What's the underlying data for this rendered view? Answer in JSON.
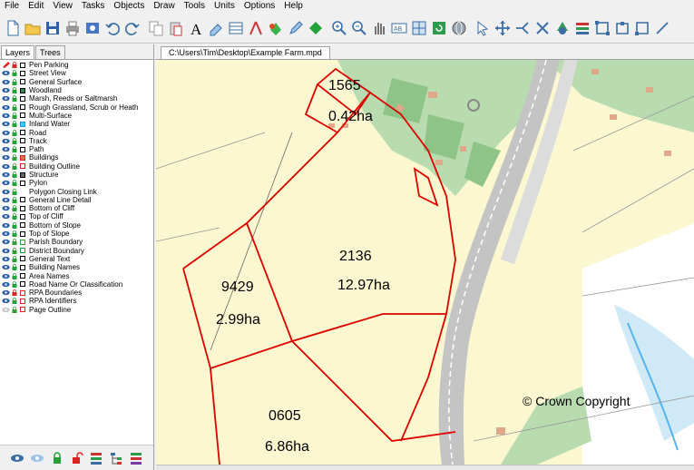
{
  "menu": [
    "File",
    "Edit",
    "View",
    "Tasks",
    "Objects",
    "Draw",
    "Tools",
    "Units",
    "Options",
    "Help"
  ],
  "panel": {
    "tabs": [
      "Layers",
      "Trees"
    ],
    "layers": [
      {
        "label": "Pen Parking",
        "color": "#ffffff",
        "eye": "edit",
        "lock": "red"
      },
      {
        "label": "Street View",
        "color": "#ffffff",
        "eye": "on",
        "lock": "green"
      },
      {
        "label": "General Surface",
        "color": "#ffffff",
        "eye": "on",
        "lock": "green"
      },
      {
        "label": "Woodland",
        "color": "#2e8b57",
        "eye": "on",
        "lock": "green"
      },
      {
        "label": "Marsh, Reeds or Saltmarsh",
        "color": "#ffffff",
        "eye": "on",
        "lock": "green"
      },
      {
        "label": "Rough Grassland, Scrub or Heath",
        "color": "#ffffff",
        "eye": "on",
        "lock": "green"
      },
      {
        "label": "Multi-Surface",
        "color": "#ffffff",
        "eye": "on",
        "lock": "green"
      },
      {
        "label": "Inland Water",
        "color": "#33ccff",
        "eye": "on",
        "lock": "green"
      },
      {
        "label": "Road",
        "color": "#ffffff",
        "eye": "on",
        "lock": "green"
      },
      {
        "label": "Track",
        "color": "#ffffff",
        "eye": "on",
        "lock": "green"
      },
      {
        "label": "Path",
        "color": "#ffffff",
        "eye": "on",
        "lock": "green"
      },
      {
        "label": "Buildings",
        "color": "#e07050",
        "eye": "on",
        "lock": "green"
      },
      {
        "label": "Building Outline",
        "color": "#ffffff",
        "eye": "on",
        "lock": "green"
      },
      {
        "label": "Structure",
        "color": "#666666",
        "eye": "on",
        "lock": "green"
      },
      {
        "label": "Pylon",
        "color": "#ffffff",
        "eye": "on",
        "lock": "green"
      },
      {
        "label": "Polygon Closing Link",
        "color": "none",
        "eye": "on",
        "lock": "green"
      },
      {
        "label": "General Line Detail",
        "color": "#ffffff",
        "eye": "on",
        "lock": "green"
      },
      {
        "label": "Bottom of Cliff",
        "color": "#ffffff",
        "eye": "on",
        "lock": "green"
      },
      {
        "label": "Top of Cliff",
        "color": "#ffffff",
        "eye": "on",
        "lock": "green"
      },
      {
        "label": "Bottom of Slope",
        "color": "#ffffff",
        "eye": "on",
        "lock": "green"
      },
      {
        "label": "Top of Slope",
        "color": "#ffffff",
        "eye": "on",
        "lock": "green"
      },
      {
        "label": "Parish Boundary",
        "color": "#ffffff",
        "eye": "on",
        "lock": "green"
      },
      {
        "label": "District Boundary",
        "color": "#ffffff",
        "eye": "on",
        "lock": "green"
      },
      {
        "label": "General Text",
        "color": "#ffffff",
        "eye": "on",
        "lock": "green"
      },
      {
        "label": "Building Names",
        "color": "#ffffff",
        "eye": "on",
        "lock": "green"
      },
      {
        "label": "Area Names",
        "color": "#ffffff",
        "eye": "on",
        "lock": "green"
      },
      {
        "label": "Road Name Or Classification",
        "color": "#ffffff",
        "eye": "on",
        "lock": "green"
      },
      {
        "label": "RPA Boundaries",
        "color": "#ffffff",
        "eye": "on",
        "lock": "red"
      },
      {
        "label": "RPA Identifiers",
        "color": "#ffffff",
        "eye": "on",
        "lock": "green"
      },
      {
        "label": "Page Outline",
        "color": "#ffffff",
        "eye": "off",
        "lock": "green"
      }
    ]
  },
  "document": {
    "tab_label": "C:\\Users\\Tim\\Desktop\\Example Farm.mpd"
  },
  "map": {
    "parcels": [
      {
        "id": "1565",
        "area": "0.42ha"
      },
      {
        "id": "2136",
        "area": "12.97ha"
      },
      {
        "id": "9429",
        "area": "2.99ha"
      },
      {
        "id": "0605",
        "area": "6.86ha"
      }
    ],
    "copyright": "© Crown Copyright",
    "colors": {
      "field": "#fbf7d0",
      "woodland": "#b8dcb0",
      "building": "#e0a88a",
      "boundary": "#dd0000",
      "water": "#55b4e8",
      "road": "#c4c4c4"
    }
  }
}
